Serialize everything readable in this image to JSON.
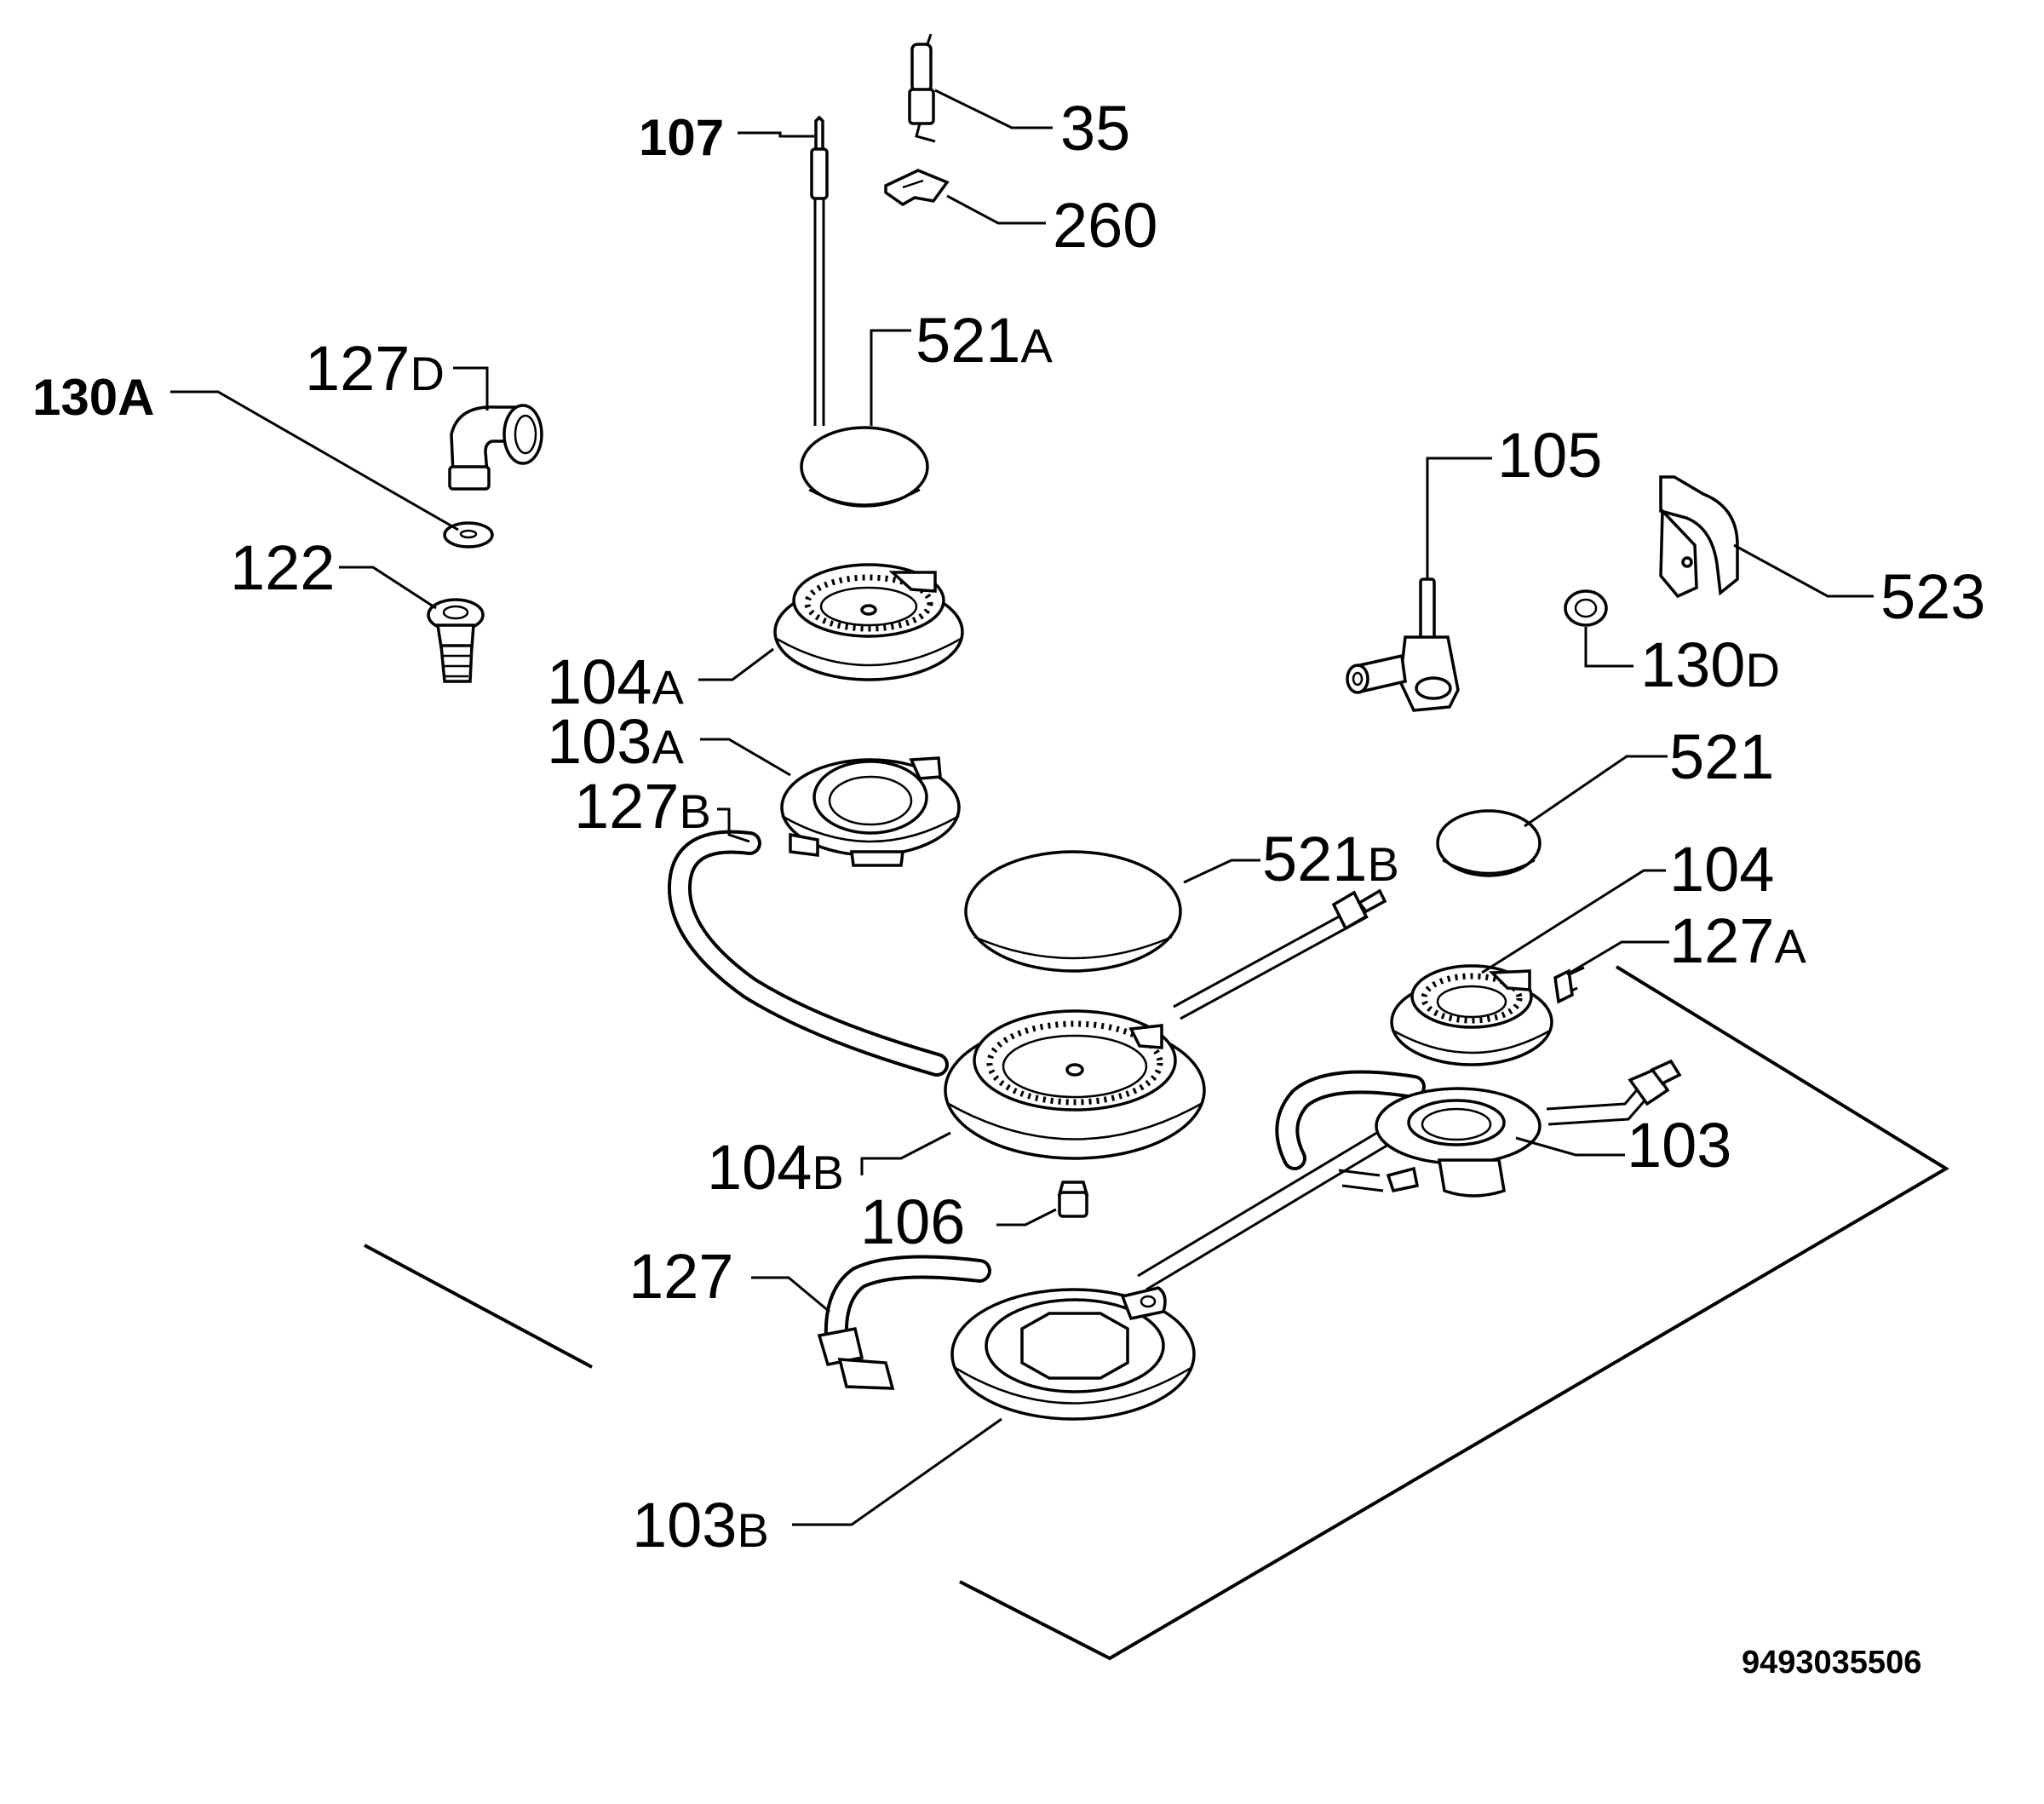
{
  "labels": {
    "l35": {
      "num": "35",
      "suffix": ""
    },
    "l260": {
      "num": "260",
      "suffix": ""
    },
    "l107": {
      "num": "107",
      "suffix": ""
    },
    "l521a": {
      "num": "521",
      "suffix": "A"
    },
    "l127d": {
      "num": "127",
      "suffix": "D"
    },
    "l130a": {
      "num": "130A",
      "suffix": ""
    },
    "l122": {
      "num": "122",
      "suffix": ""
    },
    "l104a": {
      "num": "104",
      "suffix": "A"
    },
    "l103a": {
      "num": "103",
      "suffix": "A"
    },
    "l127b": {
      "num": "127",
      "suffix": "B"
    },
    "l105": {
      "num": "105",
      "suffix": ""
    },
    "l523": {
      "num": "523",
      "suffix": ""
    },
    "l130d": {
      "num": "130",
      "suffix": "D"
    },
    "l521": {
      "num": "521",
      "suffix": ""
    },
    "l521b": {
      "num": "521",
      "suffix": "B"
    },
    "l104": {
      "num": "104",
      "suffix": ""
    },
    "l127a": {
      "num": "127",
      "suffix": "A"
    },
    "l103": {
      "num": "103",
      "suffix": ""
    },
    "l104b": {
      "num": "104",
      "suffix": "B"
    },
    "l106": {
      "num": "106",
      "suffix": ""
    },
    "l127": {
      "num": "127",
      "suffix": ""
    },
    "l103b": {
      "num": "103",
      "suffix": "B"
    }
  },
  "drawing_number": "9493035506"
}
